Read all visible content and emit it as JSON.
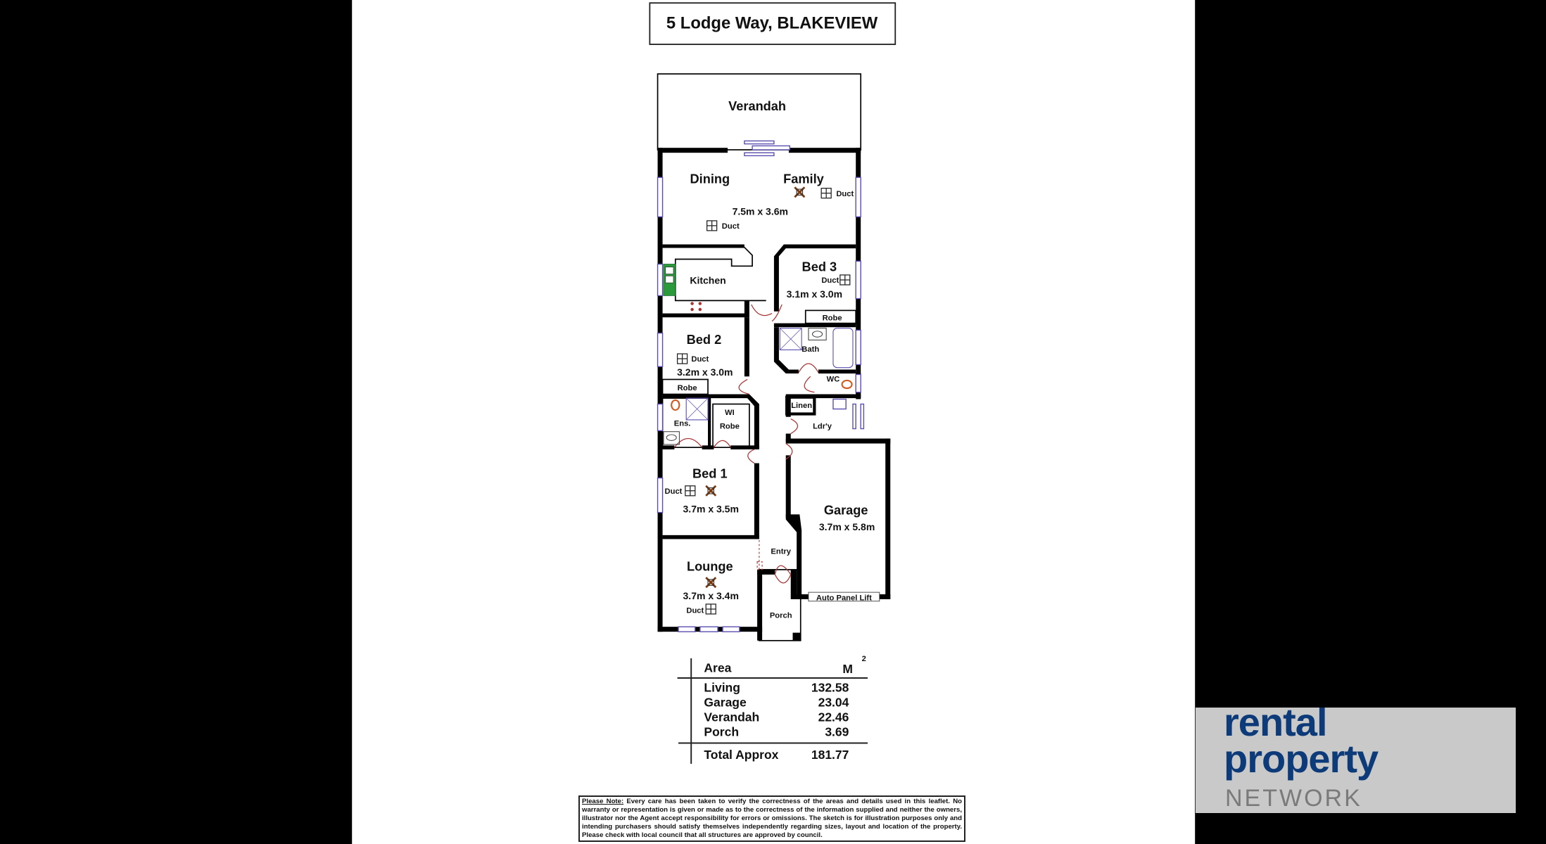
{
  "title": "5 Lodge Way, BLAKEVIEW",
  "rooms": {
    "verandah": {
      "name": "Verandah"
    },
    "dining": {
      "name": "Dining"
    },
    "family": {
      "name": "Family",
      "size": "7.5m x 3.6m"
    },
    "kitchen": {
      "name": "Kitchen"
    },
    "bed3": {
      "name": "Bed 3",
      "size": "3.1m x 3.0m"
    },
    "bed2": {
      "name": "Bed 2",
      "size": "3.2m x 3.0m"
    },
    "bed1": {
      "name": "Bed 1",
      "size": "3.7m x 3.5m"
    },
    "lounge": {
      "name": "Lounge",
      "size": "3.7m x 3.4m"
    },
    "garage": {
      "name": "Garage",
      "size": "3.7m x 5.8m"
    },
    "bath": {
      "name": "Bath"
    },
    "wc": {
      "name": "WC"
    },
    "linen": {
      "name": "Linen"
    },
    "laundry": {
      "name": "Ldr'y"
    },
    "ensuite": {
      "name": "Ens."
    },
    "wi_robe": {
      "line1": "WI",
      "line2": "Robe"
    },
    "robe": "Robe",
    "entry": {
      "name": "Entry"
    },
    "porch": {
      "name": "Porch"
    },
    "duct": "Duct",
    "garage_door": "Auto Panel Lift"
  },
  "area_table": {
    "header_label": "Area",
    "header_unit": "M",
    "header_sup": "2",
    "rows": [
      {
        "label": "Living",
        "value": "132.58"
      },
      {
        "label": "Garage",
        "value": "23.04"
      },
      {
        "label": "Verandah",
        "value": "22.46"
      },
      {
        "label": "Porch",
        "value": "3.69"
      }
    ],
    "total_label": "Total Approx",
    "total_value": "181.77"
  },
  "disclaimer": {
    "lead": "Please Note:",
    "text": " Every care has been taken to verify the correctness of the areas and details used in this leaflet. No warranty or representation is given or made as to the correctness of the information supplied and neither the owners, illustrator nor the Agent accept responsibility for errors or omissions. The sketch is for illustration purposes only and intending purchasers should satisfy themselves independently regarding sizes, layout and location of the property. Please check with local council that all structures are approved by council."
  },
  "logo": {
    "line1": "rental",
    "line2": "property",
    "line3": "NETWORK"
  },
  "colors": {
    "brand_blue": "#0d3a78",
    "window": "#5a4fb0",
    "door": "#aa3333"
  }
}
